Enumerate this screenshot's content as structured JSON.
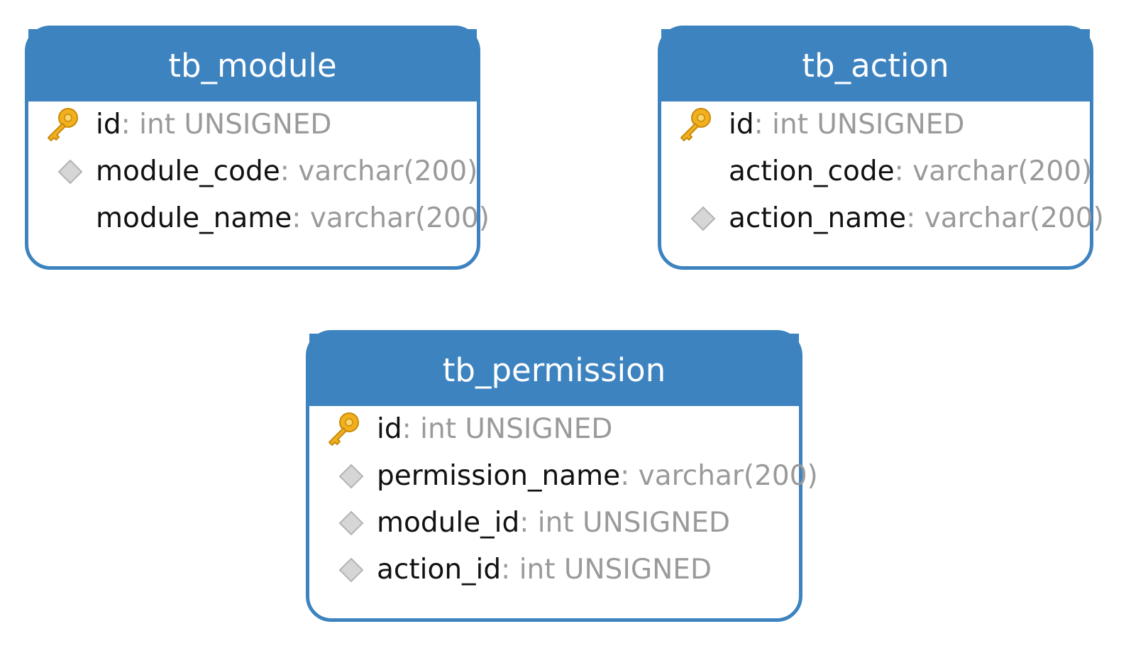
{
  "entities": {
    "module": {
      "title": "tb_module",
      "fields": [
        {
          "name": "id",
          "sep": ": ",
          "type": "int UNSIGNED",
          "icon": "primary-key-icon"
        },
        {
          "name": "module_code",
          "sep": ": ",
          "type": "varchar(200)",
          "icon": "diamond-icon"
        },
        {
          "name": "module_name",
          "sep": ": ",
          "type": "varchar(200)",
          "icon": "none"
        }
      ]
    },
    "action": {
      "title": "tb_action",
      "fields": [
        {
          "name": "id",
          "sep": ": ",
          "type": "int UNSIGNED",
          "icon": "primary-key-icon"
        },
        {
          "name": "action_code",
          "sep": ": ",
          "type": "varchar(200)",
          "icon": "none"
        },
        {
          "name": "action_name",
          "sep": ": ",
          "type": "varchar(200)",
          "icon": "diamond-icon"
        }
      ]
    },
    "permission": {
      "title": "tb_permission",
      "fields": [
        {
          "name": "id",
          "sep": ": ",
          "type": "int UNSIGNED",
          "icon": "primary-key-icon"
        },
        {
          "name": "permission_name",
          "sep": ": ",
          "type": "varchar(200)",
          "icon": "diamond-icon"
        },
        {
          "name": "module_id",
          "sep": ": ",
          "type": "int UNSIGNED",
          "icon": "diamond-icon"
        },
        {
          "name": "action_id",
          "sep": ": ",
          "type": "int UNSIGNED",
          "icon": "diamond-icon"
        }
      ]
    }
  },
  "colors": {
    "header": "#3d83c0",
    "border": "#3d83c0",
    "header_text": "#ffffff",
    "field_name": "#111111",
    "field_type": "#9a9a9a",
    "key": "#f2b01e",
    "diamond": "#c9c9c9"
  }
}
